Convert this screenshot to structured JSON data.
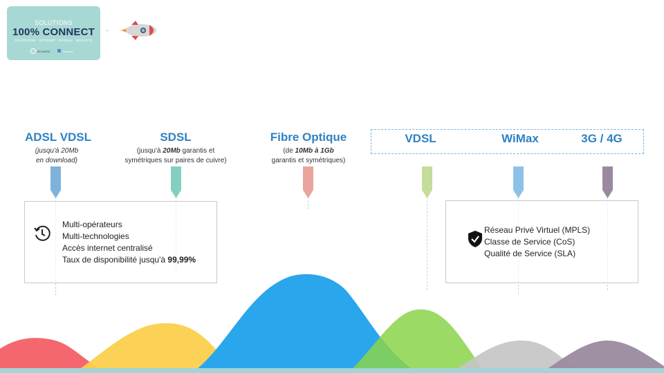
{
  "logo": {
    "line1": "SOLUTIONS",
    "line2": "100% CONNECT",
    "line3": "TÉLÉPHONIE · INTERNET · RÉSEAU · SÉCURITÉ",
    "brand_a": "ATLANTIC",
    "brand_b": "connect"
  },
  "technologies": {
    "adsl": {
      "title": "ADSL VDSL",
      "note_line1": "(jusqu'à 20Mb",
      "note_line2": "en download)"
    },
    "sdsl": {
      "title": "SDSL",
      "note_pre": "(jusqu'à ",
      "note_bold": "20Mb",
      "note_post": " garantis et",
      "note_line2": "symétriques sur paires de cuivre)"
    },
    "fibre": {
      "title": "Fibre Optique",
      "note_pre": "(de ",
      "note_bold": "10Mb à 1Gb",
      "note_line2": "garantis et symétriques)"
    },
    "vdsl": {
      "title": "VDSL"
    },
    "wimax": {
      "title": "WiMax"
    },
    "g34": {
      "title": "3G / 4G"
    }
  },
  "left_box": {
    "items": [
      "Multi-opérateurs",
      "Multi-technologies",
      "Accès internet centralisé"
    ],
    "availability_pre": "Taux de disponibilité jusqu'à ",
    "availability_value": "99,99%"
  },
  "right_box": {
    "items": [
      "Réseau Privé Virtuel (MPLS)",
      "Classe de Service (CoS)",
      "Qualité de Service (SLA)"
    ]
  },
  "colors": {
    "title_blue": "#2e82c2",
    "adsl": "#f4676e",
    "sdsl": "#fbd04d",
    "fibre": "#2aa6ec",
    "vdsl": "#8bd44b",
    "wimax": "#c4c4c4",
    "g34": "#9b8a9e"
  },
  "icons": [
    "rocket-icon",
    "clock-icon",
    "shield-check-icon"
  ]
}
